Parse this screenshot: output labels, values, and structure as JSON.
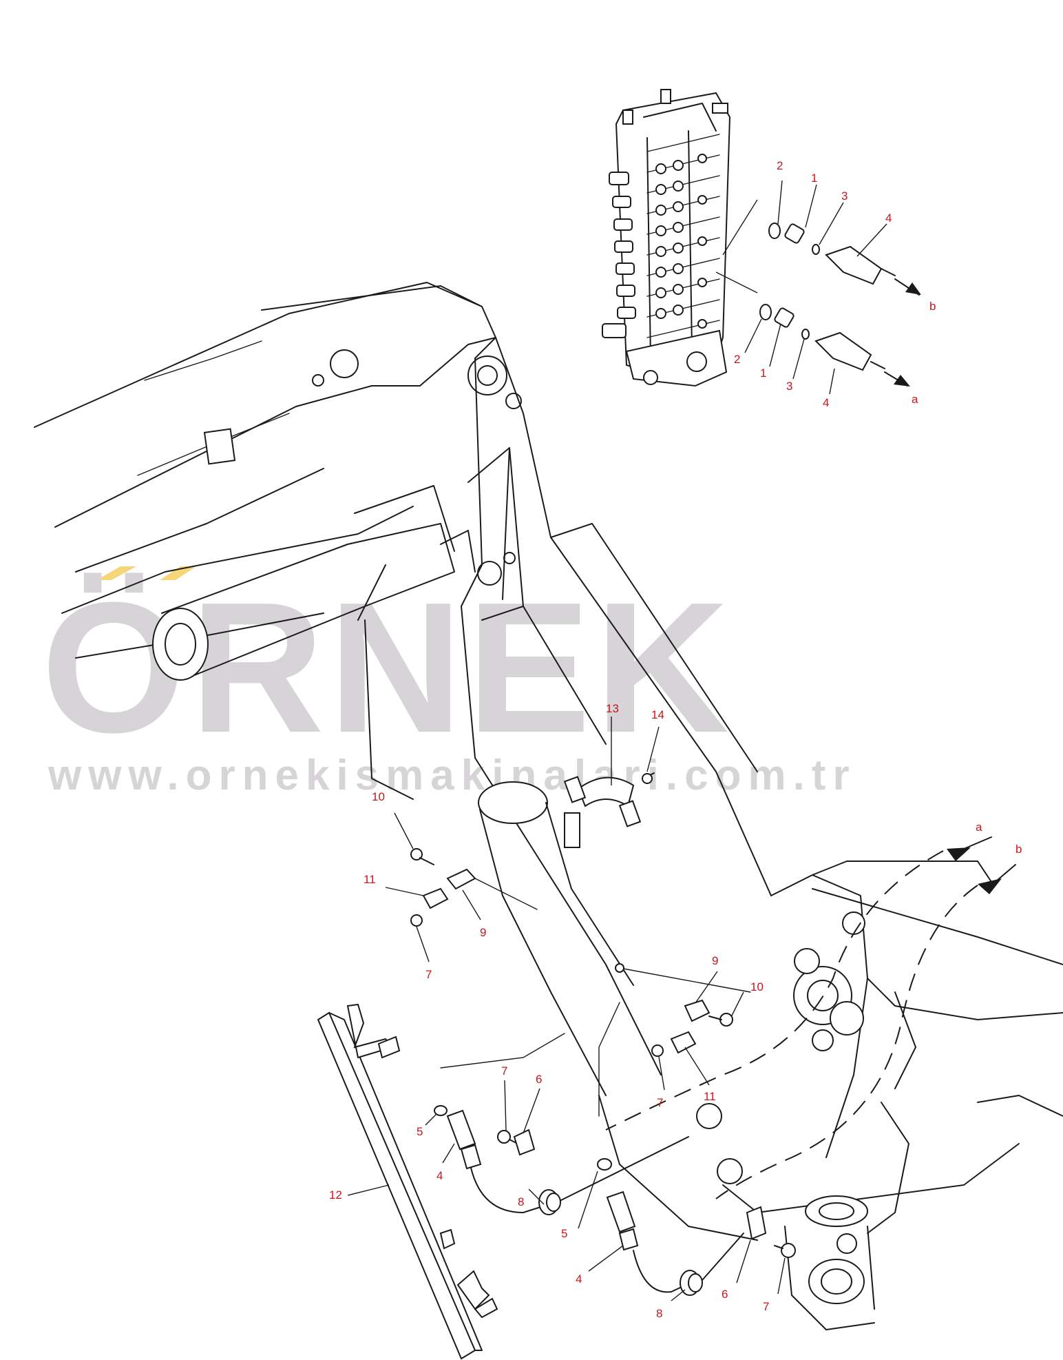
{
  "watermark": {
    "brand": "ÖRNEK",
    "url": "www.ornekismakinalari.com.tr",
    "accent_color": "#f5d77a",
    "text_color": "#d7d4d8"
  },
  "callouts": {
    "valve_top": {
      "c2": "2",
      "c1": "1",
      "c3": "3",
      "c4": "4",
      "b": "b"
    },
    "valve_bottom": {
      "c2": "2",
      "c1": "1",
      "c3": "3",
      "c4": "4",
      "a": "a"
    },
    "boom_clamp": {
      "c13": "13",
      "c14": "14"
    },
    "left_bracket": {
      "c10": "10",
      "c11": "11",
      "c9": "9",
      "c7": "7"
    },
    "right_bracket": {
      "c9": "9",
      "c10": "10",
      "c7": "7",
      "c11": "11"
    },
    "left_sensor": {
      "c7": "7",
      "c6": "6",
      "c5": "5",
      "c4": "4",
      "c8": "8"
    },
    "cover": {
      "c12": "12"
    },
    "lower_sensor": {
      "c5": "5",
      "c4": "4",
      "c8": "8",
      "c6": "6",
      "c7": "7"
    },
    "routing": {
      "a": "a",
      "b": "b"
    }
  }
}
